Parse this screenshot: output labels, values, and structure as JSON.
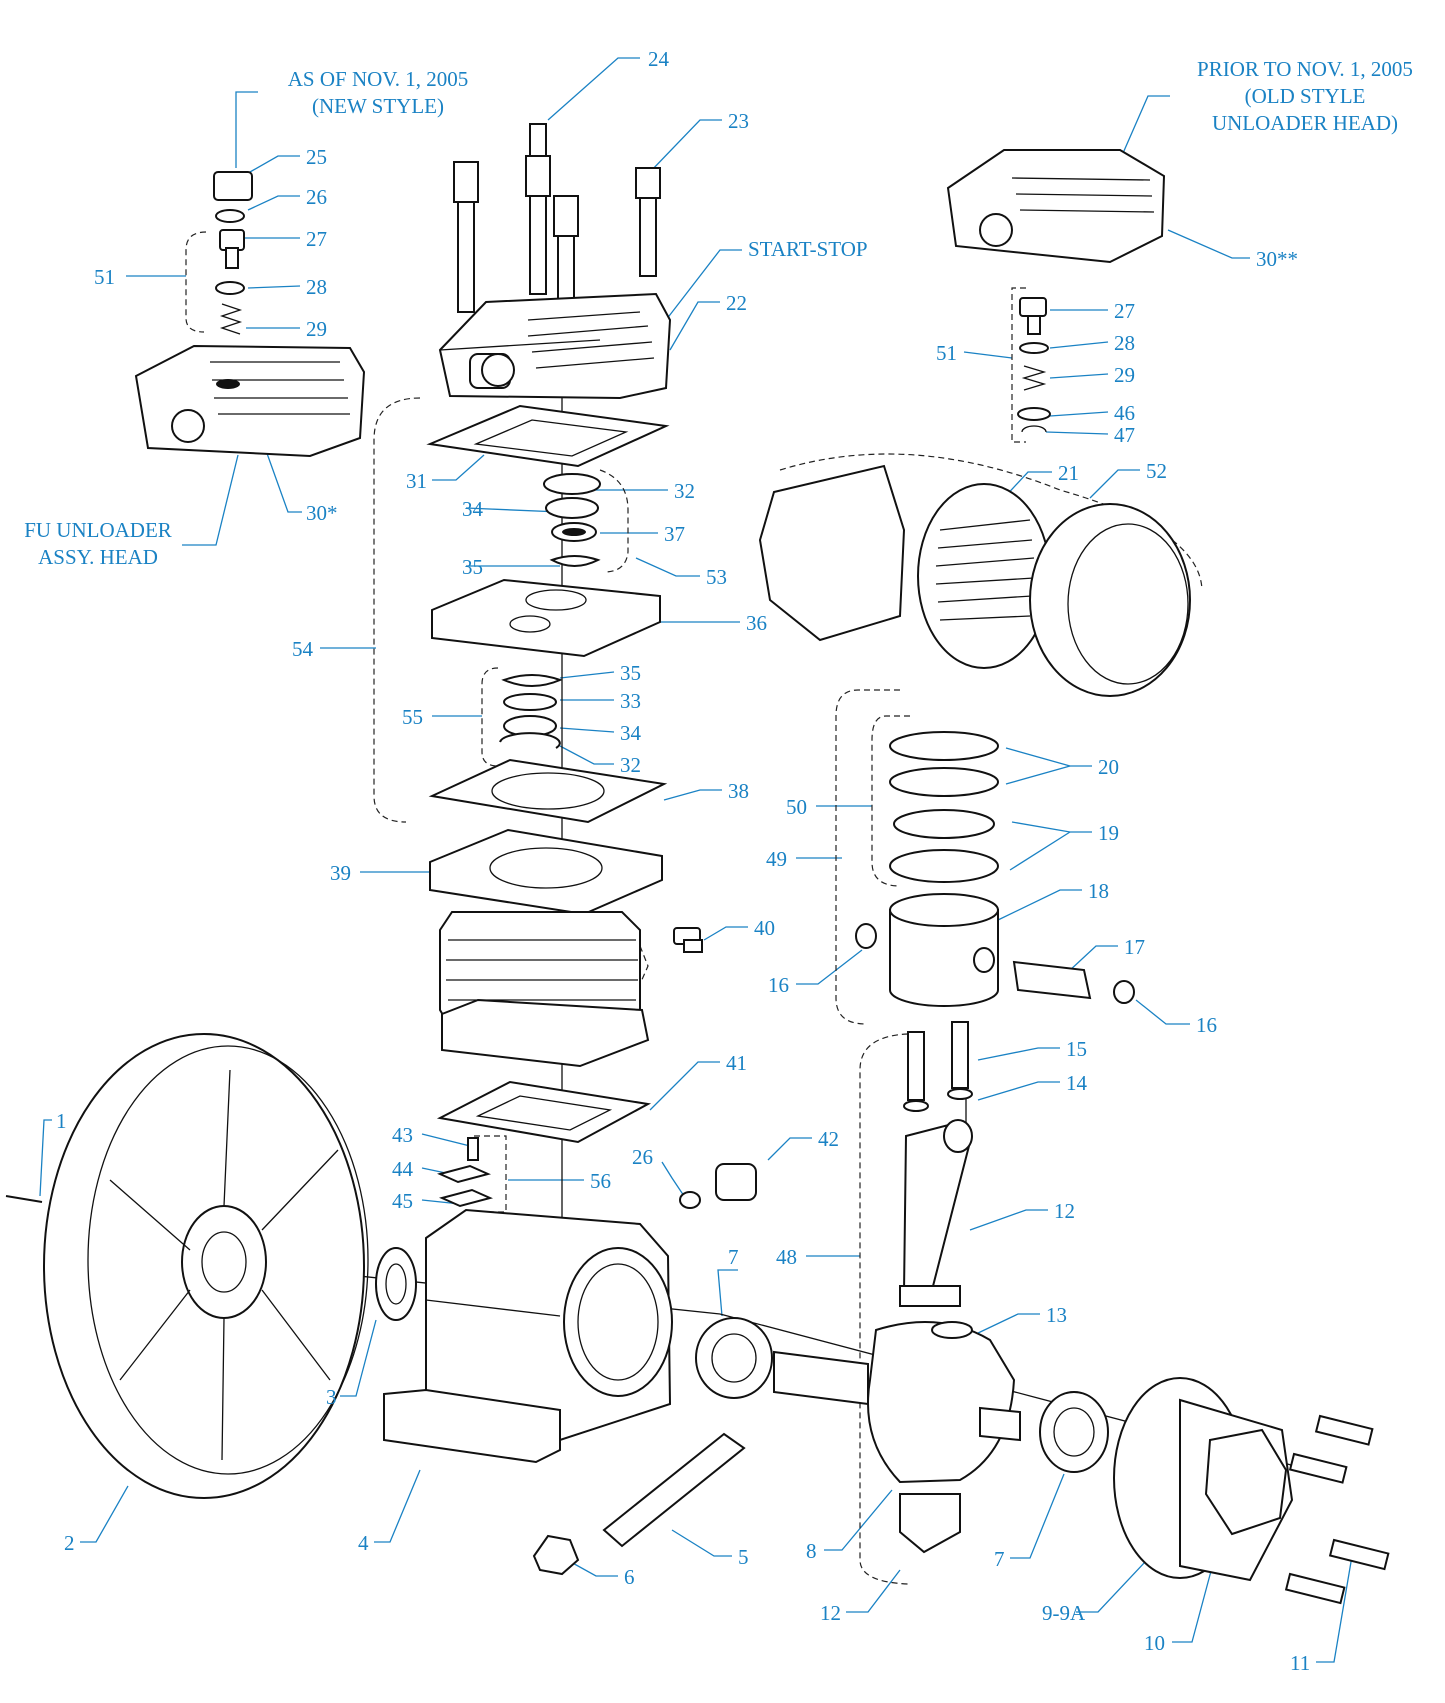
{
  "notes": {
    "new_style_line1": "AS OF NOV. 1, 2005",
    "new_style_line2": "(NEW STYLE)",
    "old_style_line1": "PRIOR TO NOV. 1, 2005",
    "old_style_line2": "(OLD STYLE",
    "old_style_line3": "UNLOADER HEAD)",
    "fu_line1": "FU UNLOADER",
    "fu_line2": "ASSY. HEAD",
    "start_stop": "START-STOP"
  },
  "callouts": [
    "24",
    "23",
    "25",
    "26",
    "27",
    "51",
    "28",
    "29",
    "30*",
    "22",
    "31",
    "32",
    "34",
    "37",
    "35",
    "53",
    "36",
    "54",
    "35",
    "33",
    "55",
    "34",
    "32",
    "38",
    "39",
    "40",
    "30**",
    "27",
    "51",
    "28",
    "29",
    "46",
    "47",
    "21",
    "52",
    "20",
    "50",
    "19",
    "49",
    "18",
    "16",
    "17",
    "16",
    "15",
    "14",
    "41",
    "1",
    "43",
    "44",
    "45",
    "56",
    "26",
    "42",
    "12",
    "48",
    "7",
    "13",
    "3",
    "2",
    "4",
    "5",
    "6",
    "8",
    "7",
    "12",
    "9-9A",
    "10",
    "11"
  ],
  "colors": {
    "callout": "#1a82c4",
    "line": "#111111"
  }
}
